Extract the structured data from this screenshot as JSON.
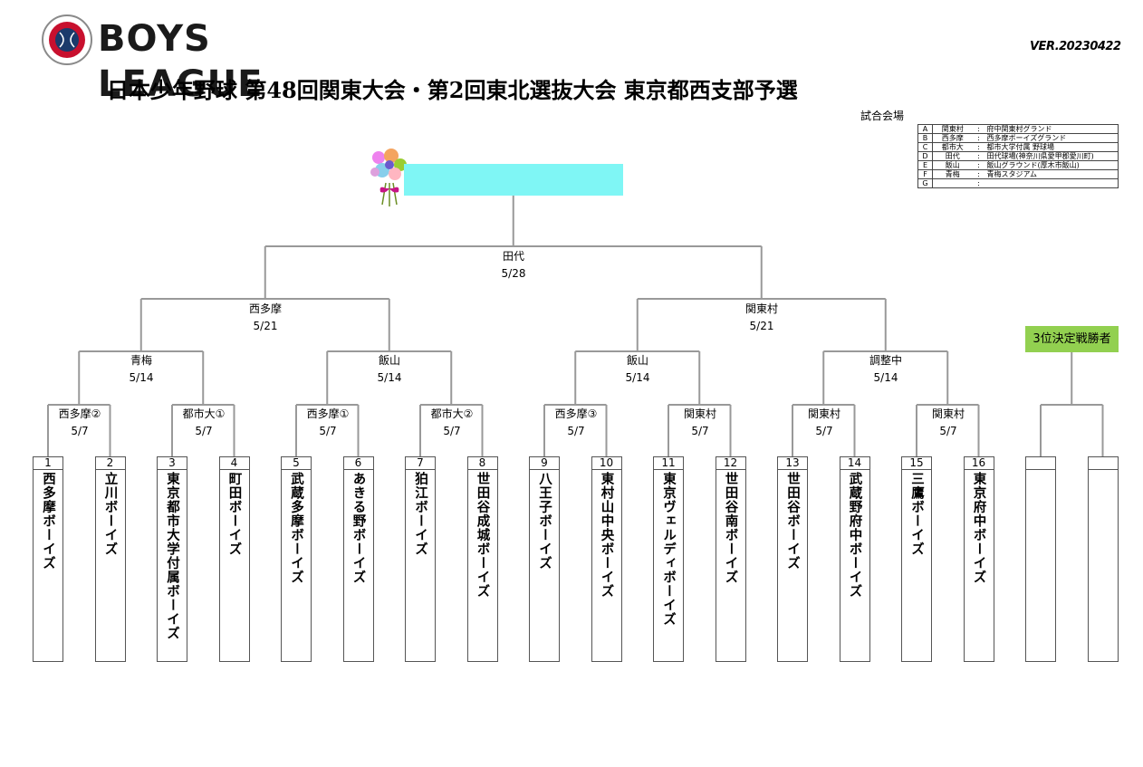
{
  "logo": {
    "text": "BOYS LEAGUE"
  },
  "version": "VER.20230422",
  "title": "日本少年野球 第48回関東大会・第2回東北選抜大会 東京都西支部予選",
  "venues": {
    "heading": "試合会場",
    "rows": [
      {
        "code": "A",
        "short": "関東村",
        "full": "府中関東村グランド"
      },
      {
        "code": "B",
        "short": "西多摩",
        "full": "西多摩ボーイズグランド"
      },
      {
        "code": "C",
        "short": "都市大",
        "full": "都市大学付属 野球場"
      },
      {
        "code": "D",
        "short": "田代",
        "full": "田代球場(神奈川県愛甲郡愛川町)"
      },
      {
        "code": "E",
        "short": "飯山",
        "full": "飯山グラウンド(厚木市飯山)"
      },
      {
        "code": "F",
        "short": "青梅",
        "full": "青梅スタジアム"
      },
      {
        "code": "G",
        "short": "",
        "full": ""
      }
    ]
  },
  "final": {
    "venue": "田代",
    "date": "5/28"
  },
  "semis": [
    {
      "venue": "西多摩",
      "date": "5/21"
    },
    {
      "venue": "関東村",
      "date": "5/21"
    }
  ],
  "quarters": [
    {
      "venue": "青梅",
      "date": "5/14"
    },
    {
      "venue": "飯山",
      "date": "5/14"
    },
    {
      "venue": "飯山",
      "date": "5/14"
    },
    {
      "venue": "調整中",
      "date": "5/14"
    }
  ],
  "round1": [
    {
      "venue": "西多摩②",
      "date": "5/7"
    },
    {
      "venue": "都市大①",
      "date": "5/7"
    },
    {
      "venue": "西多摩①",
      "date": "5/7"
    },
    {
      "venue": "都市大②",
      "date": "5/7"
    },
    {
      "venue": "西多摩③",
      "date": "5/7"
    },
    {
      "venue": "関東村",
      "date": "5/7"
    },
    {
      "venue": "関東村",
      "date": "5/7"
    },
    {
      "venue": "関東村",
      "date": "5/7"
    }
  ],
  "third_place": {
    "label": "3位決定戦勝者"
  },
  "teams": [
    {
      "num": "1",
      "name": "西多摩ボーイズ"
    },
    {
      "num": "2",
      "name": "立川ボーイズ"
    },
    {
      "num": "3",
      "name": "東京都市大学付属ボーイズ"
    },
    {
      "num": "4",
      "name": "町田ボーイズ"
    },
    {
      "num": "5",
      "name": "武蔵多摩ボーイズ"
    },
    {
      "num": "6",
      "name": "あきる野ボーイズ"
    },
    {
      "num": "7",
      "name": "狛江ボーイズ"
    },
    {
      "num": "8",
      "name": "世田谷成城ボーイズ"
    },
    {
      "num": "9",
      "name": "八王子ボーイズ"
    },
    {
      "num": "10",
      "name": "東村山中央ボーイズ"
    },
    {
      "num": "11",
      "name": "東京ヴェルディボーイズ"
    },
    {
      "num": "12",
      "name": "世田谷南ボーイズ"
    },
    {
      "num": "13",
      "name": "世田谷ボーイズ"
    },
    {
      "num": "14",
      "name": "武蔵野府中ボーイズ"
    },
    {
      "num": "15",
      "name": "三鷹ボーイズ"
    },
    {
      "num": "16",
      "name": "東京府中ボーイズ"
    },
    {
      "num": "",
      "name": ""
    },
    {
      "num": "",
      "name": ""
    }
  ],
  "colors": {
    "champion": "#7ff6f5",
    "third": "#92d050",
    "line": "#999999"
  }
}
